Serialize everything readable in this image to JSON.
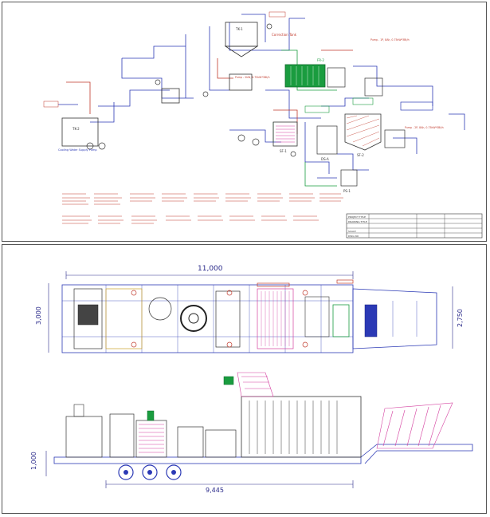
{
  "top": {
    "callout_correction": "Correction Tank",
    "callout_right": "Pump - 1P, 8Ah, 0.75kW*3Bt/h",
    "callout_left": "",
    "callout_mid": "Pump - 2kW, 0.75kW*3Bt/h",
    "callout_right2": "Pump - 2P, 8Ah, 0.75kW*3Bt/h",
    "cooling_supply": "Cooling Water Supply Pump",
    "tag_tk2": "TK-2",
    "tag_tk1": "TK-1",
    "tag_sf1": "SF-1",
    "tag_sf2": "SF-2",
    "tag_frs": "FR-2",
    "tag_dsa": "DS-A",
    "tag_ps": "PS-1",
    "title_block": {
      "rows": [
        "PROJECT TITLE",
        "DRAWING TITLE",
        "",
        "SCALE",
        "DWG NO"
      ]
    }
  },
  "bottom": {
    "dim_total_length": "11,000",
    "dim_width_left": "3,000",
    "dim_width_right": "2,750",
    "dim_height": "1,000",
    "dim_lower_length": "9,445"
  },
  "colors": {
    "line_blue": "#2b39b5",
    "line_red": "#c0392b",
    "line_green": "#1a9c3f",
    "line_magenta": "#d43f9f",
    "line_dark": "#333333",
    "dim_color": "#2a2a8a"
  }
}
